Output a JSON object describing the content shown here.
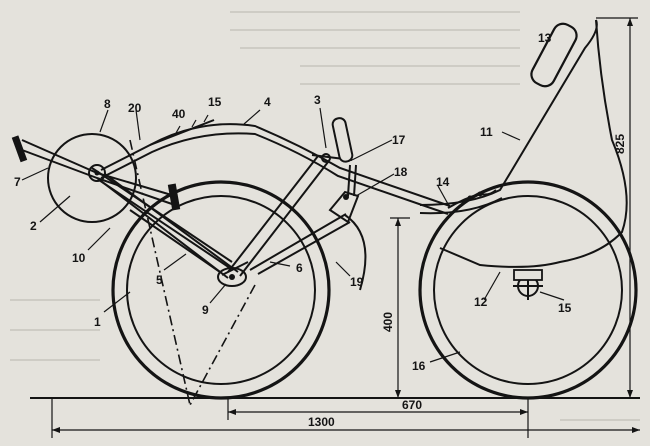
{
  "parts": [
    {
      "id": "p1",
      "text": "1"
    },
    {
      "id": "p2",
      "text": "2"
    },
    {
      "id": "p3",
      "text": "3"
    },
    {
      "id": "p4",
      "text": "4"
    },
    {
      "id": "p5",
      "text": "5"
    },
    {
      "id": "p6",
      "text": "6"
    },
    {
      "id": "p7",
      "text": "7"
    },
    {
      "id": "p8",
      "text": "8"
    },
    {
      "id": "p9",
      "text": "9"
    },
    {
      "id": "p10",
      "text": "10"
    },
    {
      "id": "p11",
      "text": "11"
    },
    {
      "id": "p12",
      "text": "12"
    },
    {
      "id": "p13",
      "text": "13"
    },
    {
      "id": "p14",
      "text": "14"
    },
    {
      "id": "p15",
      "text": "15"
    },
    {
      "id": "p16",
      "text": "16"
    },
    {
      "id": "p17",
      "text": "17"
    },
    {
      "id": "p18",
      "text": "18"
    },
    {
      "id": "p19",
      "text": "19"
    },
    {
      "id": "p20",
      "text": "20"
    }
  ],
  "dimensions": {
    "wheelbase": "1300",
    "rear_offset": "670",
    "height_total": "825",
    "height_front": "400",
    "spacing_a": "40",
    "spacing_b": "15"
  },
  "colors": {
    "ink": "#141414",
    "paper": "#e4e2dc"
  }
}
